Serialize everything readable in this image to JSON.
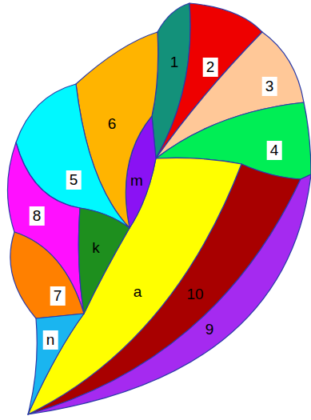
{
  "diagram": {
    "labels": [
      "1",
      "2",
      "3",
      "6",
      "4",
      "m",
      "5",
      "8",
      "k",
      "a",
      "10",
      "7",
      "9",
      "n"
    ]
  }
}
